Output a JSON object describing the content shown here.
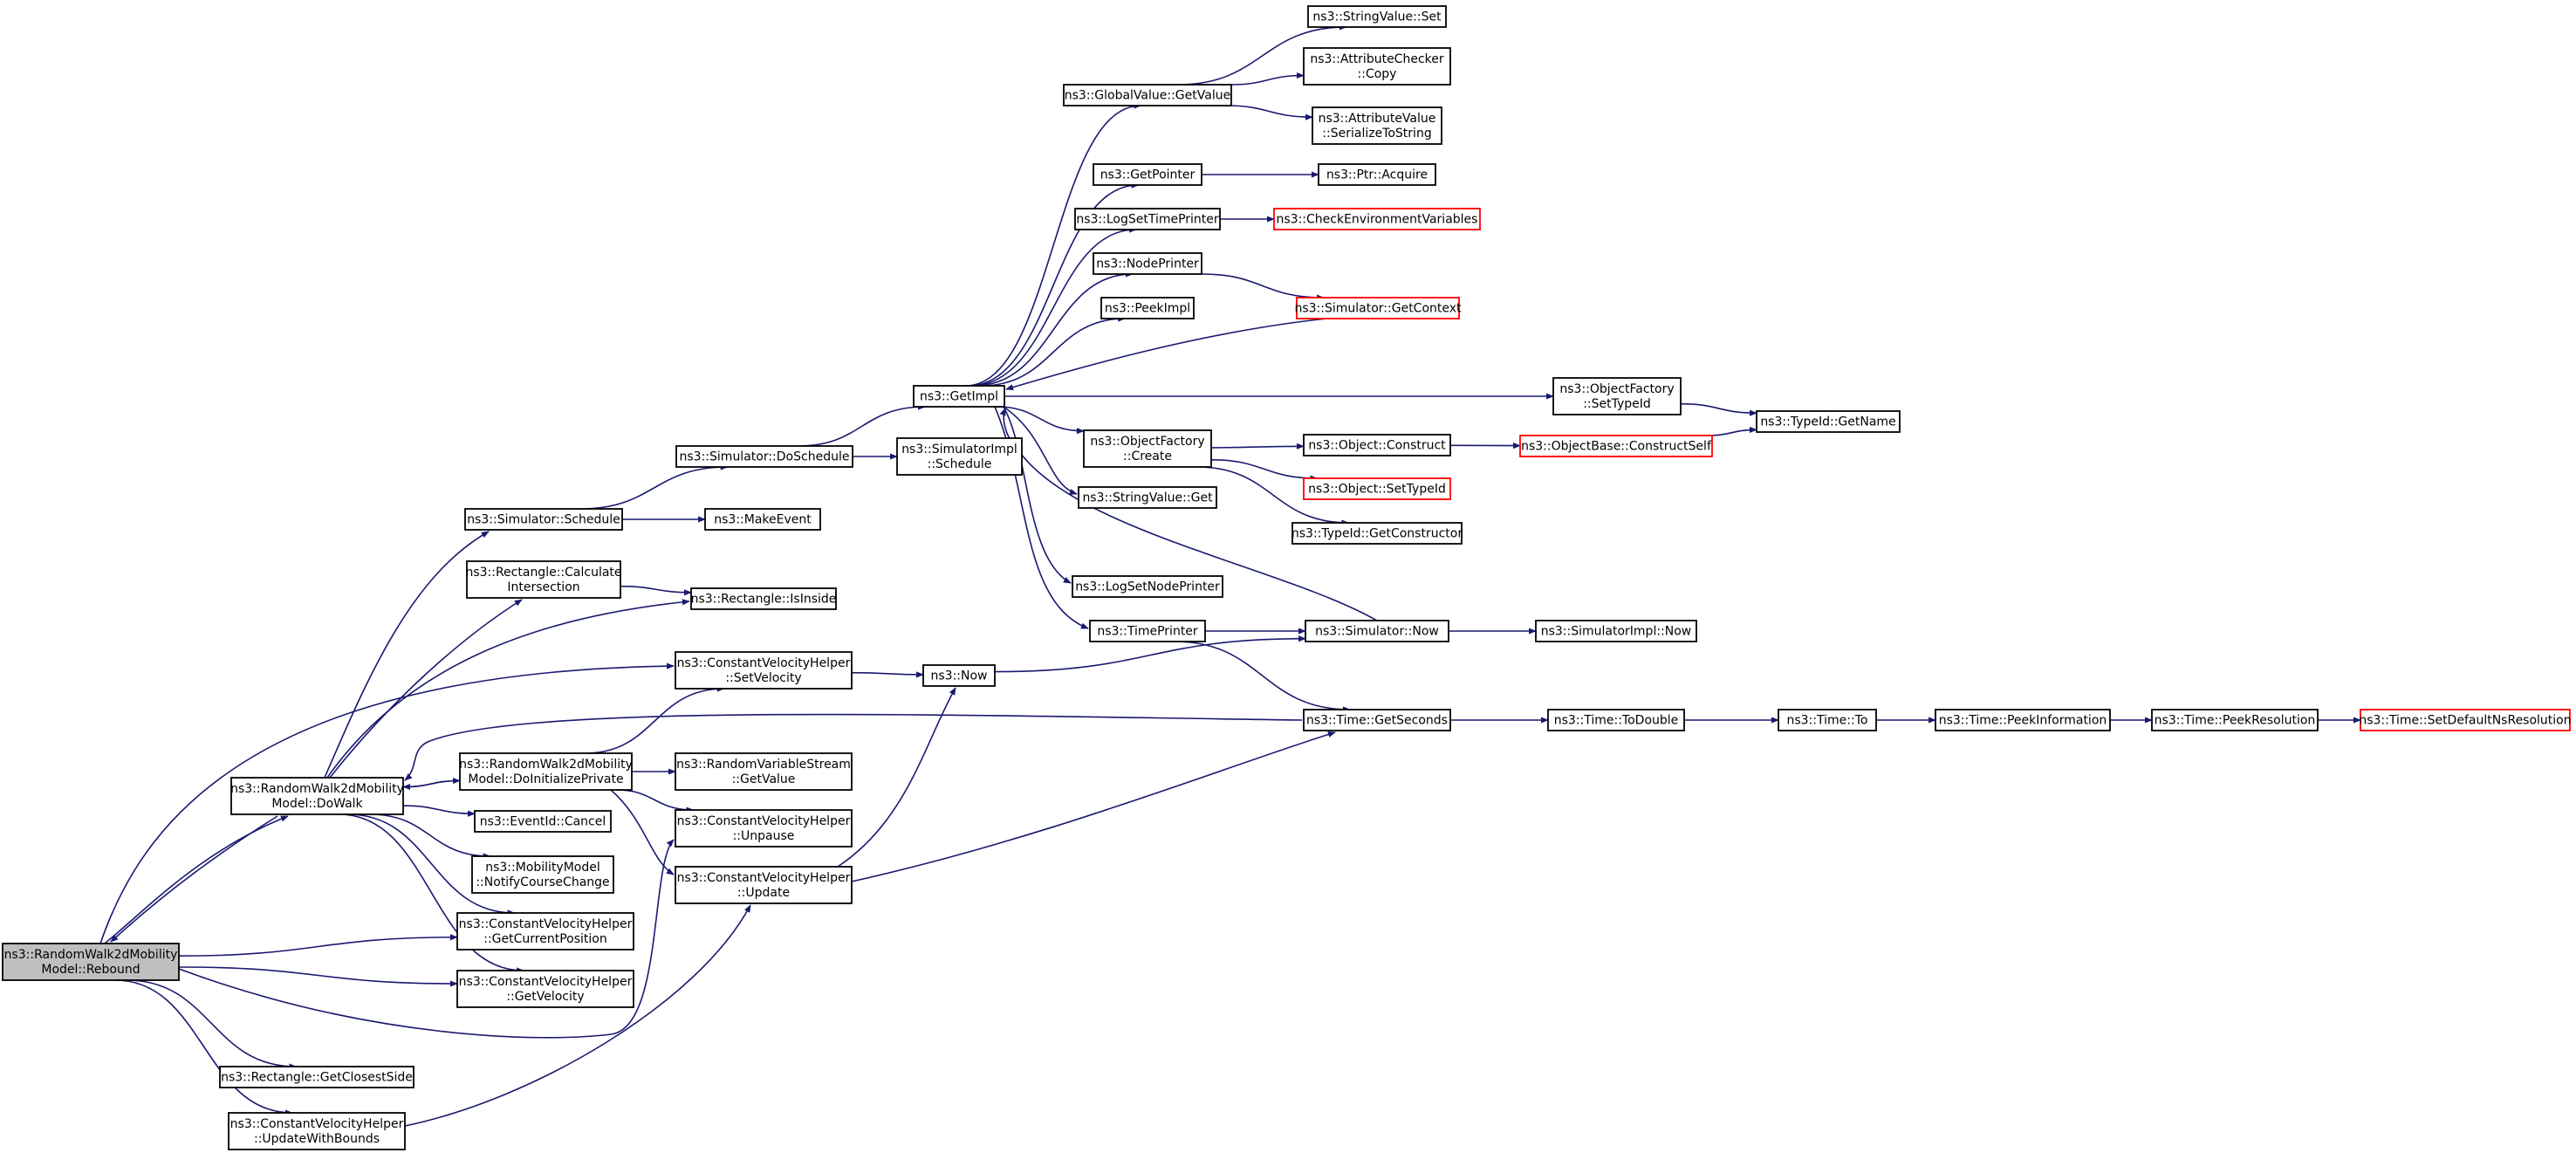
{
  "graph": {
    "edge_color": "#191970",
    "red_border_color": "#ff0000",
    "root_fill_color": "#bfbfbf",
    "nodes": [
      {
        "id": "rebound",
        "lines": [
          "ns3::RandomWalk2dMobility",
          "Model::Rebound"
        ],
        "style": "root"
      },
      {
        "id": "dowalk",
        "lines": [
          "ns3::RandomWalk2dMobility",
          "Model::DoWalk"
        ],
        "style": "normal"
      },
      {
        "id": "getclosestside",
        "lines": [
          "ns3::Rectangle::GetClosestSide"
        ],
        "style": "normal"
      },
      {
        "id": "updatewithbounds",
        "lines": [
          "ns3::ConstantVelocityHelper",
          "::UpdateWithBounds"
        ],
        "style": "normal"
      },
      {
        "id": "getcurrentposition",
        "lines": [
          "ns3::ConstantVelocityHelper",
          "::GetCurrentPosition"
        ],
        "style": "normal"
      },
      {
        "id": "getvelocity",
        "lines": [
          "ns3::ConstantVelocityHelper",
          "::GetVelocity"
        ],
        "style": "normal"
      },
      {
        "id": "notifycoursechange",
        "lines": [
          "ns3::MobilityModel",
          "::NotifyCourseChange"
        ],
        "style": "normal"
      },
      {
        "id": "eventcancel",
        "lines": [
          "ns3::EventId::Cancel"
        ],
        "style": "normal"
      },
      {
        "id": "doinitprivate",
        "lines": [
          "ns3::RandomWalk2dMobility",
          "Model::DoInitializePrivate"
        ],
        "style": "normal"
      },
      {
        "id": "calcintersection",
        "lines": [
          "ns3::Rectangle::Calculate",
          "Intersection"
        ],
        "style": "normal"
      },
      {
        "id": "schedule",
        "lines": [
          "ns3::Simulator::Schedule"
        ],
        "style": "normal"
      },
      {
        "id": "setvelocity",
        "lines": [
          "ns3::ConstantVelocityHelper",
          "::SetVelocity"
        ],
        "style": "normal"
      },
      {
        "id": "isinside",
        "lines": [
          "ns3::Rectangle::IsInside"
        ],
        "style": "normal"
      },
      {
        "id": "makeevent",
        "lines": [
          "ns3::MakeEvent"
        ],
        "style": "normal"
      },
      {
        "id": "doschedule",
        "lines": [
          "ns3::Simulator::DoSchedule"
        ],
        "style": "normal"
      },
      {
        "id": "rvsgetvalue",
        "lines": [
          "ns3::RandomVariableStream",
          "::GetValue"
        ],
        "style": "normal"
      },
      {
        "id": "unpause",
        "lines": [
          "ns3::ConstantVelocityHelper",
          "::Unpause"
        ],
        "style": "normal"
      },
      {
        "id": "update",
        "lines": [
          "ns3::ConstantVelocityHelper",
          "::Update"
        ],
        "style": "normal"
      },
      {
        "id": "simimplschedule",
        "lines": [
          "ns3::SimulatorImpl",
          "::Schedule"
        ],
        "style": "normal"
      },
      {
        "id": "now",
        "lines": [
          "ns3::Now"
        ],
        "style": "normal"
      },
      {
        "id": "getimpl",
        "lines": [
          "ns3::GetImpl"
        ],
        "style": "normal"
      },
      {
        "id": "gvgetvalue",
        "lines": [
          "ns3::GlobalValue::GetValue"
        ],
        "style": "normal"
      },
      {
        "id": "getpointer",
        "lines": [
          "ns3::GetPointer"
        ],
        "style": "normal"
      },
      {
        "id": "logsettimeprinter",
        "lines": [
          "ns3::LogSetTimePrinter"
        ],
        "style": "normal"
      },
      {
        "id": "nodeprinter",
        "lines": [
          "ns3::NodePrinter"
        ],
        "style": "normal"
      },
      {
        "id": "peekimpl",
        "lines": [
          "ns3::PeekImpl"
        ],
        "style": "normal"
      },
      {
        "id": "ofcreate",
        "lines": [
          "ns3::ObjectFactory",
          "::Create"
        ],
        "style": "normal"
      },
      {
        "id": "svget",
        "lines": [
          "ns3::StringValue::Get"
        ],
        "style": "normal"
      },
      {
        "id": "logsetnodeprinter",
        "lines": [
          "ns3::LogSetNodePrinter"
        ],
        "style": "normal"
      },
      {
        "id": "timeprinter",
        "lines": [
          "ns3::TimePrinter"
        ],
        "style": "normal"
      },
      {
        "id": "svset",
        "lines": [
          "ns3::StringValue::Set"
        ],
        "style": "normal"
      },
      {
        "id": "accopy",
        "lines": [
          "ns3::AttributeChecker",
          "::Copy"
        ],
        "style": "normal"
      },
      {
        "id": "avserialize",
        "lines": [
          "ns3::AttributeValue",
          "::SerializeToString"
        ],
        "style": "normal"
      },
      {
        "id": "ptracquire",
        "lines": [
          "ns3::Ptr::Acquire"
        ],
        "style": "normal"
      },
      {
        "id": "checkenv",
        "lines": [
          "ns3::CheckEnvironmentVariables"
        ],
        "style": "red"
      },
      {
        "id": "getcontext",
        "lines": [
          "ns3::Simulator::GetContext"
        ],
        "style": "red"
      },
      {
        "id": "objconstruct",
        "lines": [
          "ns3::Object::Construct"
        ],
        "style": "normal"
      },
      {
        "id": "objsettypeid",
        "lines": [
          "ns3::Object::SetTypeId"
        ],
        "style": "red"
      },
      {
        "id": "getconstructor",
        "lines": [
          "ns3::TypeId::GetConstructor"
        ],
        "style": "normal"
      },
      {
        "id": "simnow",
        "lines": [
          "ns3::Simulator::Now"
        ],
        "style": "normal"
      },
      {
        "id": "timegetseconds",
        "lines": [
          "ns3::Time::GetSeconds"
        ],
        "style": "normal"
      },
      {
        "id": "ofsettypeid",
        "lines": [
          "ns3::ObjectFactory",
          "::SetTypeId"
        ],
        "style": "normal"
      },
      {
        "id": "obconstructself",
        "lines": [
          "ns3::ObjectBase::ConstructSelf"
        ],
        "style": "red"
      },
      {
        "id": "simimplnow",
        "lines": [
          "ns3::SimulatorImpl::Now"
        ],
        "style": "normal"
      },
      {
        "id": "todouble",
        "lines": [
          "ns3::Time::ToDouble"
        ],
        "style": "normal"
      },
      {
        "id": "typeidgetname",
        "lines": [
          "ns3::TypeId::GetName"
        ],
        "style": "normal"
      },
      {
        "id": "timeto",
        "lines": [
          "ns3::Time::To"
        ],
        "style": "normal"
      },
      {
        "id": "peekinformation",
        "lines": [
          "ns3::Time::PeekInformation"
        ],
        "style": "normal"
      },
      {
        "id": "peekresolution",
        "lines": [
          "ns3::Time::PeekResolution"
        ],
        "style": "normal"
      },
      {
        "id": "setdefaultnsres",
        "lines": [
          "ns3::Time::SetDefaultNsResolution"
        ],
        "style": "red"
      }
    ],
    "edges": [
      [
        "rebound",
        "dowalk"
      ],
      [
        "dowalk",
        "rebound"
      ],
      [
        "rebound",
        "getclosestside"
      ],
      [
        "rebound",
        "updatewithbounds"
      ],
      [
        "rebound",
        "getcurrentposition"
      ],
      [
        "rebound",
        "getvelocity"
      ],
      [
        "rebound",
        "setvelocity"
      ],
      [
        "rebound",
        "unpause"
      ],
      [
        "dowalk",
        "schedule"
      ],
      [
        "dowalk",
        "calcintersection"
      ],
      [
        "dowalk",
        "isinside"
      ],
      [
        "dowalk",
        "doinitprivate"
      ],
      [
        "doinitprivate",
        "dowalk"
      ],
      [
        "dowalk",
        "eventcancel"
      ],
      [
        "dowalk",
        "notifycoursechange"
      ],
      [
        "dowalk",
        "getcurrentposition"
      ],
      [
        "dowalk",
        "getvelocity"
      ],
      [
        "timegetseconds",
        "dowalk"
      ],
      [
        "doinitprivate",
        "setvelocity"
      ],
      [
        "doinitprivate",
        "rvsgetvalue"
      ],
      [
        "doinitprivate",
        "unpause"
      ],
      [
        "doinitprivate",
        "update"
      ],
      [
        "calcintersection",
        "isinside"
      ],
      [
        "schedule",
        "doschedule"
      ],
      [
        "schedule",
        "makeevent"
      ],
      [
        "doschedule",
        "getimpl"
      ],
      [
        "doschedule",
        "simimplschedule"
      ],
      [
        "setvelocity",
        "now"
      ],
      [
        "update",
        "now"
      ],
      [
        "update",
        "timegetseconds"
      ],
      [
        "updatewithbounds",
        "update"
      ],
      [
        "now",
        "simnow"
      ],
      [
        "simnow",
        "getimpl"
      ],
      [
        "simnow",
        "simimplnow"
      ],
      [
        "getimpl",
        "gvgetvalue"
      ],
      [
        "getimpl",
        "getpointer"
      ],
      [
        "getimpl",
        "logsettimeprinter"
      ],
      [
        "getimpl",
        "nodeprinter"
      ],
      [
        "getimpl",
        "peekimpl"
      ],
      [
        "getimpl",
        "ofcreate"
      ],
      [
        "getimpl",
        "svget"
      ],
      [
        "getimpl",
        "logsetnodeprinter"
      ],
      [
        "getimpl",
        "timeprinter"
      ],
      [
        "getimpl",
        "ofsettypeid"
      ],
      [
        "getcontext",
        "getimpl"
      ],
      [
        "gvgetvalue",
        "svset"
      ],
      [
        "gvgetvalue",
        "accopy"
      ],
      [
        "gvgetvalue",
        "avserialize"
      ],
      [
        "getpointer",
        "ptracquire"
      ],
      [
        "logsettimeprinter",
        "checkenv"
      ],
      [
        "nodeprinter",
        "getcontext"
      ],
      [
        "ofcreate",
        "objconstruct"
      ],
      [
        "ofcreate",
        "objsettypeid"
      ],
      [
        "ofcreate",
        "getconstructor"
      ],
      [
        "objconstruct",
        "obconstructself"
      ],
      [
        "obconstructself",
        "typeidgetname"
      ],
      [
        "ofsettypeid",
        "typeidgetname"
      ],
      [
        "timeprinter",
        "simnow"
      ],
      [
        "timeprinter",
        "timegetseconds"
      ],
      [
        "timegetseconds",
        "todouble"
      ],
      [
        "todouble",
        "timeto"
      ],
      [
        "timeto",
        "peekinformation"
      ],
      [
        "peekinformation",
        "peekresolution"
      ],
      [
        "peekresolution",
        "setdefaultnsres"
      ]
    ]
  }
}
